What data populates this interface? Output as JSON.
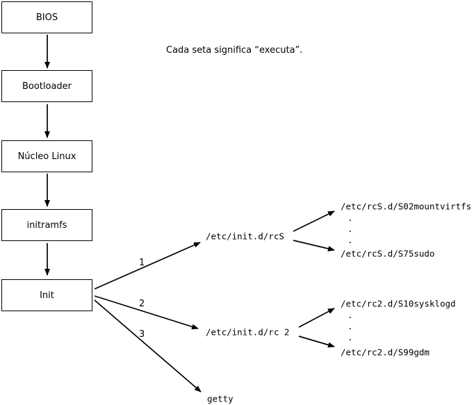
{
  "caption": "Cada seta significa “executa”.",
  "nodes": [
    {
      "label": "BIOS"
    },
    {
      "label": "Bootloader"
    },
    {
      "label": "Núcleo Linux"
    },
    {
      "label": "initramfs"
    },
    {
      "label": "Init"
    }
  ],
  "edge_numbers": {
    "rcS": "1",
    "rc2": "2",
    "getty": "3"
  },
  "targets": {
    "rcS": "/etc/init.d/rcS",
    "rcS_first": "/etc/rcS.d/S02mountvirtfs",
    "rcS_ellipsis": ".\n.\n.",
    "rcS_last": "/etc/rcS.d/S75sudo",
    "rc2": "/etc/init.d/rc 2",
    "rc2_first": "/etc/rc2.d/S10sysklogd",
    "rc2_ellipsis": ".\n.\n.",
    "rc2_last": "/etc/rc2.d/S99gdm",
    "getty": "getty"
  }
}
